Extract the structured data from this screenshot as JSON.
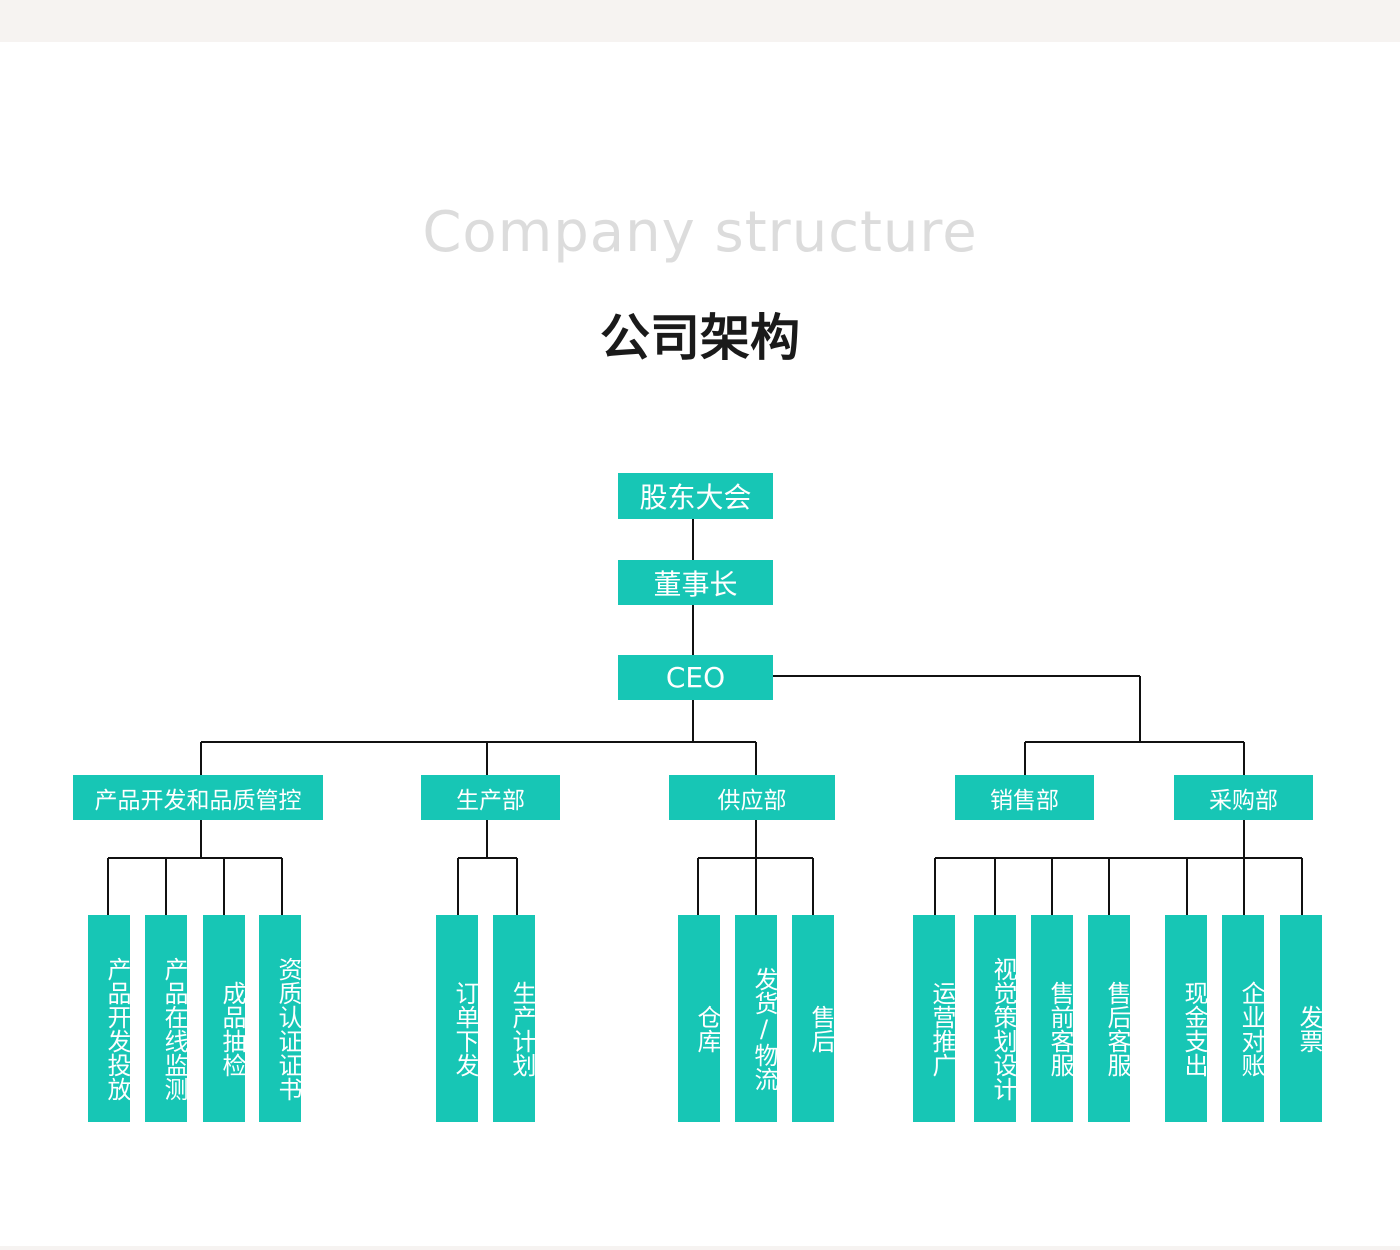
{
  "header": {
    "title_en": "Company structure",
    "title_cn": "公司架构"
  },
  "colors": {
    "box_fill": "#17c6b5",
    "box_text": "#ffffff",
    "line": "#111111"
  },
  "org": {
    "shareholders": "股东大会",
    "chairman": "董事长",
    "ceo": "CEO",
    "departments": [
      {
        "name": "产品开发和品质管控",
        "units": [
          "产品开发投放",
          "产品在线监测",
          "成品抽检",
          "资质认证证书"
        ]
      },
      {
        "name": "生产部",
        "units": [
          "订单下发",
          "生产计划"
        ]
      },
      {
        "name": "供应部",
        "units": [
          "仓库",
          "发货/物流",
          "售后"
        ]
      },
      {
        "name": "销售部",
        "units": [
          "运营推广",
          "视觉策划设计",
          "售前客服",
          "售后客服"
        ]
      },
      {
        "name": "采购部",
        "units": [
          "现金支出",
          "企业对账",
          "发票"
        ]
      }
    ]
  }
}
